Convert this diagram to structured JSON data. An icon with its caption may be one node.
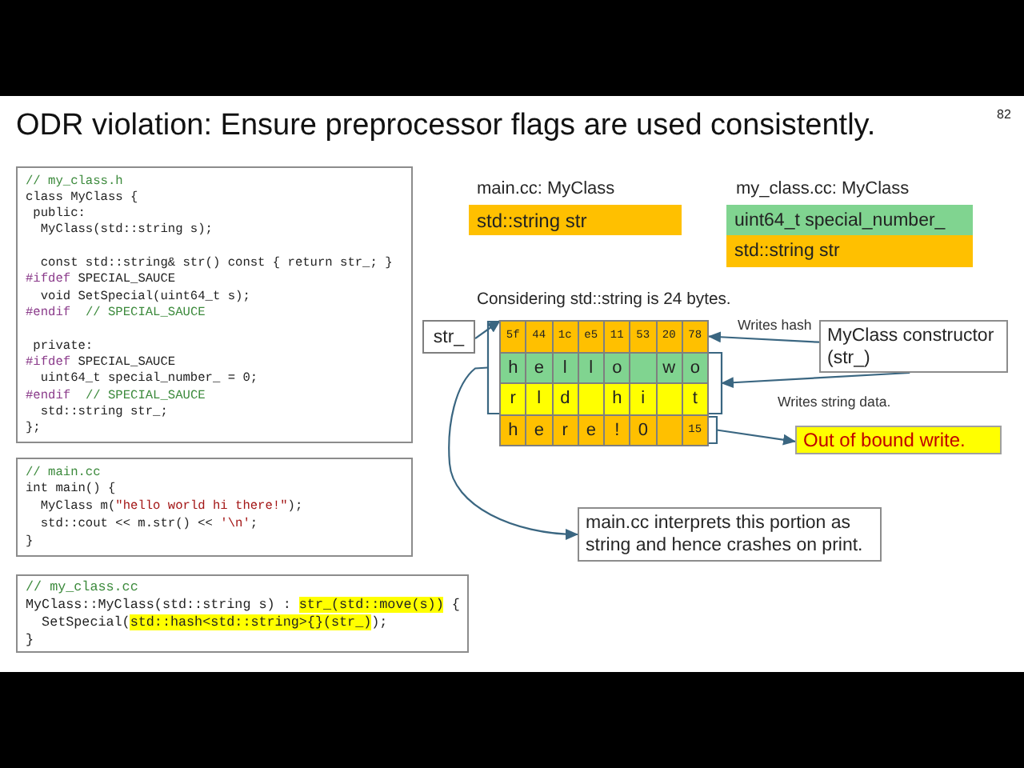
{
  "diagram": {
    "title": "ODR violation: Ensure preprocessor flags are used consistently.",
    "nodes": [
      {
        "text": [
          "// my_class.h",
          "class MyClass {",
          " public:",
          "  MyClass(std::string s);",
          "  const std::string& str() const { return str_; }",
          "#ifdef SPECIAL_SAUCE",
          "  void SetSpecial(uint64_t s);",
          "#endif  // SPECIAL_SAUCE",
          " private:",
          "#ifdef SPECIAL_SAUCE",
          "  uint64_t special_number_ = 0;",
          "#endif  // SPECIAL_SAUCE",
          "  std::string str_;",
          "};"
        ]
      },
      {
        "text": [
          "// main.cc",
          "int main() {",
          "  MyClass m(\"hello world hi there!\");",
          "  std::cout << m.str() << '\\n';",
          "}"
        ]
      },
      {
        "text": [
          "// my_class.cc",
          "MyClass::MyClass(std::string s) : **str_(std::move(s))** {",
          "  SetSpecial(**std::hash<std::string>{}(str_)**);",
          "}"
        ]
      },
      {
        "text": [
          "std::string str"
        ],
        "beside": [
          "main.cc: MyClass"
        ]
      },
      {
        "text": [
          "uint64_t special_number_"
        ],
        "beside": [
          "my_class.cc: MyClass"
        ]
      },
      {
        "text": [
          "std::string str"
        ]
      },
      {
        "text": [
          "str_"
        ]
      },
      {
        "text": [],
        "shape": "bar"
      },
      {
        "text": [
          "5f"
        ],
        "in": 7
      },
      {
        "text": [
          "44"
        ],
        "in": 7
      },
      {
        "text": [
          "1c"
        ],
        "in": 7
      },
      {
        "text": [
          "e5"
        ],
        "in": 7
      },
      {
        "text": [
          "11"
        ],
        "in": 7
      },
      {
        "text": [
          "53"
        ],
        "in": 7
      },
      {
        "text": [
          "20"
        ],
        "in": 7
      },
      {
        "text": [
          "78"
        ],
        "in": 7
      },
      {
        "text": [],
        "shape": "bar"
      },
      {
        "text": [
          "h"
        ],
        "in": 16
      },
      {
        "text": [
          "e"
        ],
        "in": 16
      },
      {
        "text": [
          "l"
        ],
        "in": 16
      },
      {
        "text": [
          "l"
        ],
        "in": 16
      },
      {
        "text": [
          "o"
        ],
        "in": 16
      },
      {
        "text": [],
        "shape": "box",
        "in": 16
      },
      {
        "text": [
          "w"
        ],
        "in": 16
      },
      {
        "text": [
          "o"
        ],
        "in": 16
      },
      {
        "text": [],
        "shape": "bar"
      },
      {
        "text": [
          "r"
        ],
        "in": 25
      },
      {
        "text": [
          "l"
        ],
        "in": 25
      },
      {
        "text": [
          "d"
        ],
        "in": 25
      },
      {
        "text": [],
        "shape": "box",
        "in": 25
      },
      {
        "text": [
          "h"
        ],
        "in": 25
      },
      {
        "text": [
          "i"
        ],
        "in": 25
      },
      {
        "text": [],
        "shape": "box",
        "in": 25
      },
      {
        "text": [
          "t"
        ],
        "in": 25
      },
      {
        "text": [],
        "shape": "bar"
      },
      {
        "text": [
          "h"
        ],
        "in": 34
      },
      {
        "text": [
          "e"
        ],
        "in": 34
      },
      {
        "text": [
          "r"
        ],
        "in": 34
      },
      {
        "text": [
          "e"
        ],
        "in": 34
      },
      {
        "text": [
          "!"
        ],
        "in": 34
      },
      {
        "text": [
          "0"
        ],
        "in": 34
      },
      {
        "text": [],
        "shape": "box",
        "in": 34
      },
      {
        "text": [
          "15"
        ],
        "in": 34
      },
      {
        "text": [
          "MyClass constructor (str_)"
        ]
      },
      {
        "text": [
          "Out of bound write."
        ]
      },
      {
        "text": [
          "main.cc interprets this portion as string and hence crashes on print."
        ]
      }
    ],
    "edges": [
      {
        "from": 6,
        "to": 7,
        "arrow": "to"
      },
      {
        "from": 43,
        "to": 7,
        "arrow": "to",
        "label": "Writes hash"
      },
      {
        "from": 43,
        "to": 16,
        "arrow": "to",
        "label": "Writes string data."
      },
      {
        "from": 43,
        "to": 25,
        "arrow": "to"
      },
      {
        "from": 34,
        "to": 44,
        "arrow": "to"
      },
      {
        "from": 7,
        "to": 45,
        "arrow": "to"
      },
      {
        "from": 16,
        "to": 45,
        "arrow": "to"
      },
      {
        "from": 25,
        "to": 45,
        "arrow": "to"
      }
    ],
    "labels": [
      "82",
      "Considering std::string is 24 bytes."
    ]
  }
}
